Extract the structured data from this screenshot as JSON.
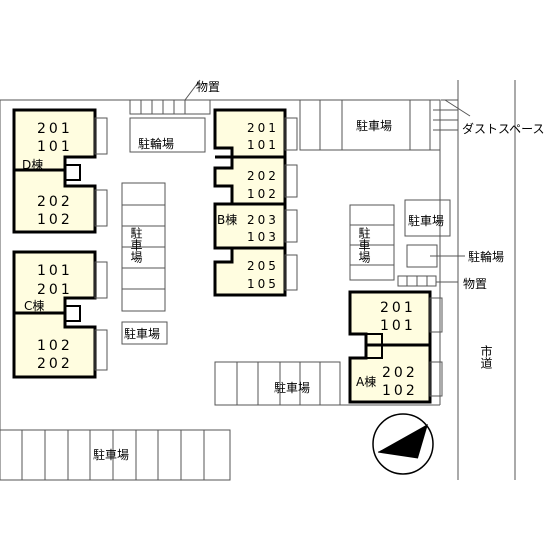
{
  "colors": {
    "unit_fill": "#fffde0",
    "wall": "#000000",
    "line": "#555555",
    "background": "#ffffff"
  },
  "labels": {
    "monooki_top": "物置",
    "monooki_right": "物置",
    "churinjo_left": "駐輪場",
    "churinjo_right": "駐輪場",
    "dust_space": "ダストスペース",
    "parking_top_right": "駐車場",
    "parking_center": "駐車場",
    "parking_right_small": "駐車場",
    "parking_middle_vertical": "駐車場",
    "parking_left_small": "駐車場",
    "parking_bottom_mid": "駐車場",
    "parking_bottom_left": "駐車場",
    "city_road": "市道"
  },
  "buildings": {
    "d": {
      "name": "D棟",
      "units": [
        "201",
        "101",
        "202",
        "102"
      ]
    },
    "c": {
      "name": "C棟",
      "units": [
        "101",
        "201",
        "102",
        "202"
      ]
    },
    "b": {
      "name": "B棟",
      "units": [
        "201",
        "101",
        "202",
        "102",
        "203",
        "103",
        "205",
        "105"
      ]
    },
    "a": {
      "name": "A棟",
      "units": [
        "201",
        "101",
        "202",
        "102"
      ]
    }
  },
  "icons": {
    "north_arrow": "compass-north-arrow-icon"
  }
}
